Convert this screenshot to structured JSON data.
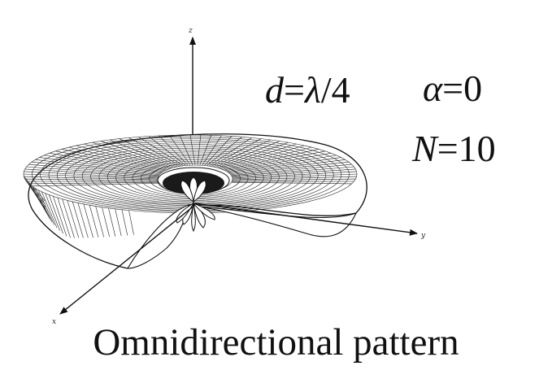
{
  "diagram": {
    "axes": {
      "z": "z",
      "y": "y",
      "x": "x"
    },
    "equations": {
      "d_var": "d",
      "d_eq": "=",
      "d_lambda": "λ",
      "d_rest": "/4",
      "alpha_var": "α",
      "alpha_rest": "=0",
      "n_var": "N",
      "n_rest": "=10"
    },
    "caption": "Omnidirectional pattern"
  }
}
